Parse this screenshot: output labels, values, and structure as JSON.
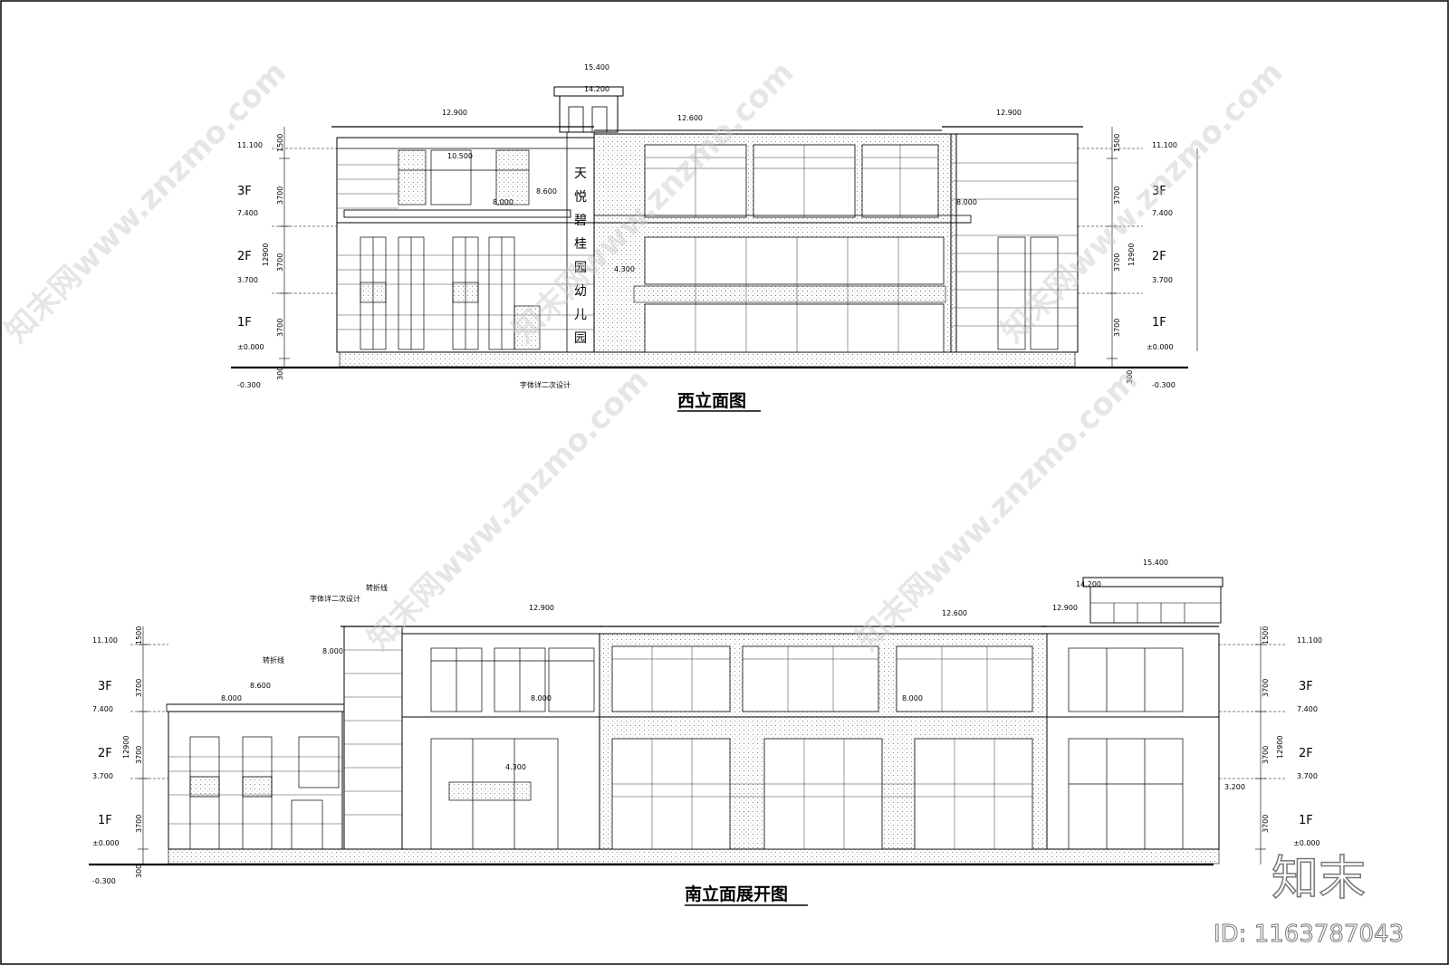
{
  "west": {
    "title": "西立面图",
    "school_name": [
      "天",
      "悦",
      "碧",
      "桂",
      "园",
      "幼",
      "儿",
      "园"
    ],
    "font_note": "字体详二次设计",
    "floors": [
      "3F",
      "2F",
      "1F"
    ],
    "storey": [
      "1500",
      "3700",
      "3700",
      "3700"
    ],
    "total": "12900",
    "base": "300",
    "left_levels": [
      "11.100",
      "7.400",
      "3.700",
      "±0.000",
      "-0.300"
    ],
    "right_levels": [
      "11.100",
      "7.400",
      "3.700",
      "±0.000",
      "-0.300"
    ],
    "roof_tags": [
      "15.400",
      "14.200",
      "12.900",
      "12.600",
      "12.900",
      "10.500",
      "8.000",
      "8.600",
      "8.000",
      "4.300"
    ]
  },
  "south": {
    "title": "南立面展开图",
    "notes": [
      "字体详二次设计",
      "转折线",
      "转折线"
    ],
    "floors": [
      "3F",
      "2F",
      "1F"
    ],
    "storey": [
      "1500",
      "3700",
      "3700",
      "3700"
    ],
    "total": "12900",
    "base": "300",
    "left_levels": [
      "11.100",
      "7.400",
      "3.700",
      "±0.000",
      "-0.300"
    ],
    "right_levels": [
      "11.100",
      "7.400",
      "3.700",
      "±0.000"
    ],
    "roof_tags": [
      "15.400",
      "14.200",
      "12.900",
      "12.600",
      "12.900",
      "8.000",
      "8.600",
      "8.000",
      "8.000",
      "8.000",
      "4.300",
      "3.200"
    ]
  },
  "watermark": "知末网www.znzmo.com",
  "brand": "知末",
  "image_id": "ID: 1163787043"
}
